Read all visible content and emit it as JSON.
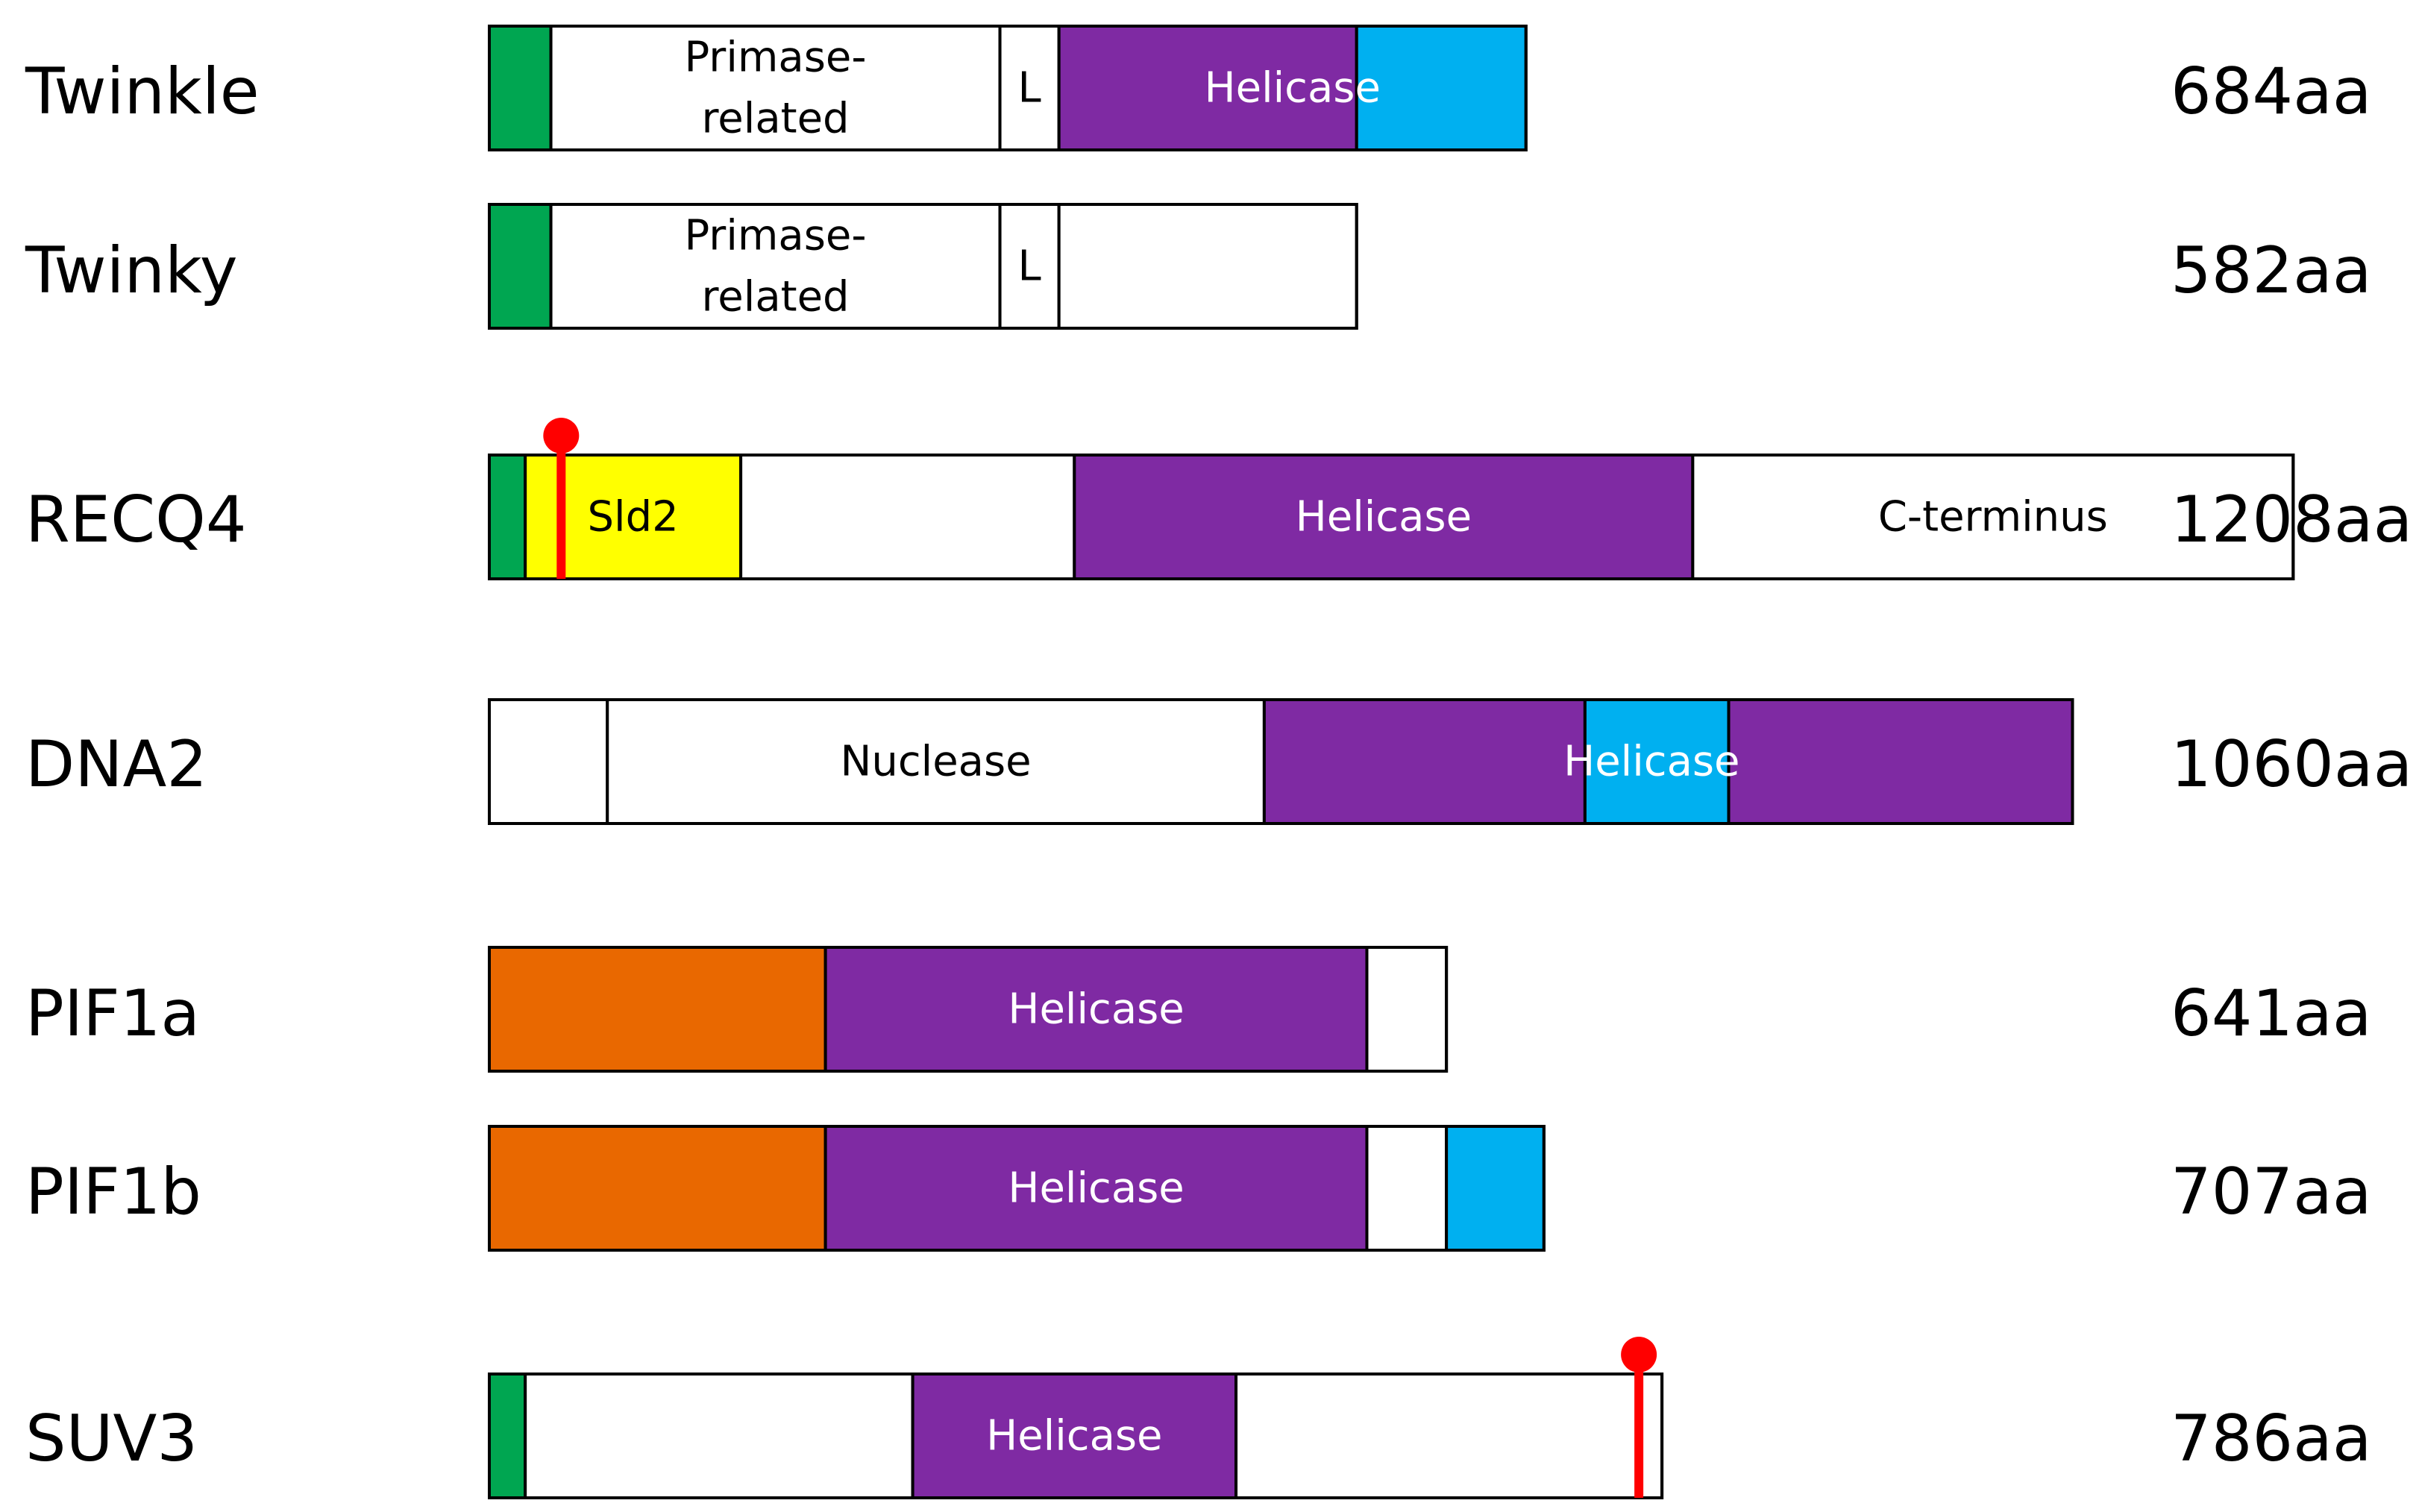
{
  "colors": {
    "green": "#00a651",
    "white": "#ffffff",
    "purple": "#7f2aa3",
    "cyan": "#00b0f0",
    "yellow": "#ffff00",
    "orange": "#e96800",
    "marker": "#ff0000",
    "outline": "#000000",
    "text_dark": "#000000",
    "text_light": "#ffffff"
  },
  "proteins": [
    {
      "name": "Twinkle",
      "length": "684aa",
      "domains": [
        {
          "name": "n-terminal",
          "color": "green",
          "start": 0,
          "end": 24
        },
        {
          "name": "primase-related",
          "color": "white",
          "start": 24,
          "end": 199,
          "lines": [
            "Primase-",
            "related"
          ]
        },
        {
          "name": "linker",
          "color": "white",
          "start": 199,
          "end": 222,
          "lines": [
            "L"
          ]
        },
        {
          "name": "helicase",
          "color": "purple",
          "start": 222,
          "end": 338
        },
        {
          "name": "helicase-cyan-region",
          "color": "cyan",
          "start": 338,
          "end": 404
        }
      ],
      "labels": [
        {
          "text": "Helicase",
          "center": 313,
          "tone": "light"
        }
      ],
      "markers": []
    },
    {
      "name": "Twinky",
      "length": "582aa",
      "domains": [
        {
          "name": "n-terminal",
          "color": "green",
          "start": 0,
          "end": 24
        },
        {
          "name": "primase-related",
          "color": "white",
          "start": 24,
          "end": 199,
          "lines": [
            "Primase-",
            "related"
          ]
        },
        {
          "name": "linker",
          "color": "white",
          "start": 199,
          "end": 222,
          "lines": [
            "L"
          ]
        },
        {
          "name": "c-terminal",
          "color": "white",
          "start": 222,
          "end": 338
        }
      ],
      "labels": [],
      "markers": []
    },
    {
      "name": "RECQ4",
      "length": "1208aa",
      "domains": [
        {
          "name": "n-terminal",
          "color": "green",
          "start": 0,
          "end": 14
        },
        {
          "name": "sld2",
          "color": "yellow",
          "start": 14,
          "end": 98,
          "lines": [
            "Sld2"
          ]
        },
        {
          "name": "linker",
          "color": "white",
          "start": 98,
          "end": 228
        },
        {
          "name": "helicase",
          "color": "purple",
          "start": 228,
          "end": 469,
          "lines": [
            "Helicase"
          ]
        },
        {
          "name": "c-terminus",
          "color": "white",
          "start": 469,
          "end": 703,
          "lines": [
            "C-terminus"
          ]
        }
      ],
      "labels": [],
      "markers": [
        {
          "position": 28
        }
      ]
    },
    {
      "name": "DNA2",
      "length": "1060aa",
      "domains": [
        {
          "name": "n-terminal",
          "color": "white",
          "start": 0,
          "end": 46
        },
        {
          "name": "nuclease",
          "color": "white",
          "start": 46,
          "end": 302,
          "lines": [
            "Nuclease"
          ]
        },
        {
          "name": "helicase",
          "color": "purple",
          "start": 302,
          "end": 427
        },
        {
          "name": "helicase-cyan-region",
          "color": "cyan",
          "start": 427,
          "end": 483
        },
        {
          "name": "helicase-c",
          "color": "purple",
          "start": 483,
          "end": 617
        }
      ],
      "labels": [
        {
          "text": "Helicase",
          "center": 453,
          "tone": "light"
        }
      ],
      "markers": []
    },
    {
      "name": "PIF1a",
      "length": "641aa",
      "domains": [
        {
          "name": "n-terminal",
          "color": "orange",
          "start": 0,
          "end": 131
        },
        {
          "name": "helicase",
          "color": "purple",
          "start": 131,
          "end": 342,
          "lines": [
            "Helicase"
          ]
        },
        {
          "name": "c-terminal",
          "color": "white",
          "start": 342,
          "end": 373
        }
      ],
      "labels": [],
      "markers": []
    },
    {
      "name": "PIF1b",
      "length": "707aa",
      "domains": [
        {
          "name": "n-terminal",
          "color": "orange",
          "start": 0,
          "end": 131
        },
        {
          "name": "helicase",
          "color": "purple",
          "start": 131,
          "end": 342,
          "lines": [
            "Helicase"
          ]
        },
        {
          "name": "c-terminal",
          "color": "white",
          "start": 342,
          "end": 373
        },
        {
          "name": "c-terminal-cyan-region",
          "color": "cyan",
          "start": 373,
          "end": 411
        }
      ],
      "labels": [],
      "markers": []
    },
    {
      "name": "SUV3",
      "length": "786aa",
      "domains": [
        {
          "name": "n-terminal",
          "color": "green",
          "start": 0,
          "end": 14
        },
        {
          "name": "linker",
          "color": "white",
          "start": 14,
          "end": 165
        },
        {
          "name": "helicase",
          "color": "purple",
          "start": 165,
          "end": 291,
          "lines": [
            "Helicase"
          ]
        },
        {
          "name": "c-terminal",
          "color": "white",
          "start": 291,
          "end": 457
        }
      ],
      "labels": [],
      "markers": [
        {
          "position": 448
        }
      ]
    }
  ]
}
